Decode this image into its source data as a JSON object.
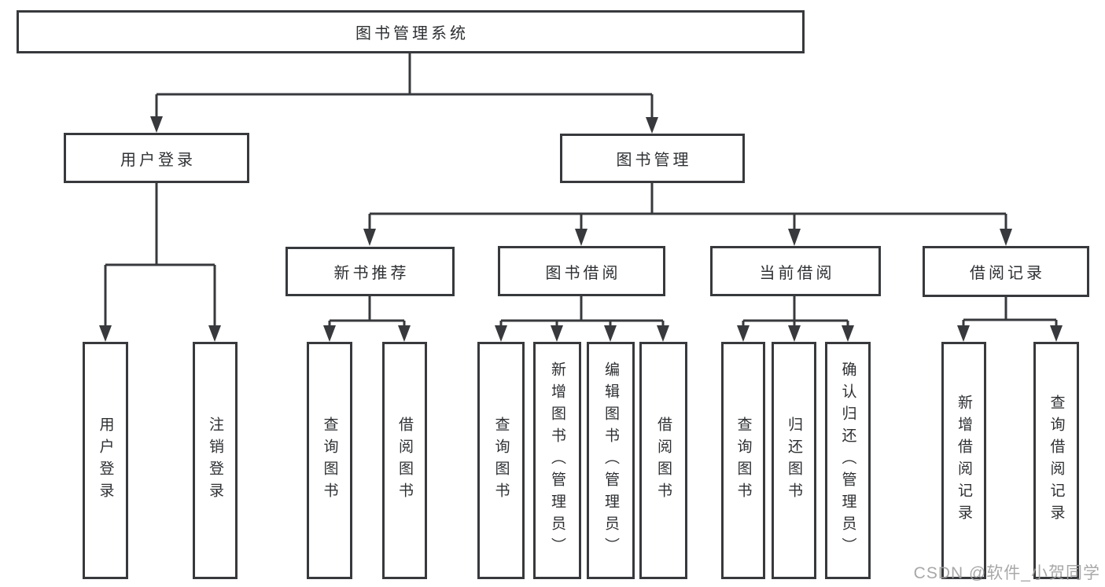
{
  "colors": {
    "background": "#ffffff",
    "line": "#37393c",
    "box_border": "#37393c",
    "text": "#2e3033",
    "watermark": "#9e9e9e"
  },
  "watermark": "CSDN @软件_小贺同学",
  "tree": {
    "label": "图书管理系统",
    "children": [
      {
        "label": "用户登录",
        "children": [
          {
            "label": "用户登录"
          },
          {
            "label": "注销登录"
          }
        ]
      },
      {
        "label": "图书管理",
        "children": [
          {
            "label": "新书推荐",
            "children": [
              {
                "label": "查询图书"
              },
              {
                "label": "借阅图书"
              }
            ]
          },
          {
            "label": "图书借阅",
            "children": [
              {
                "label": "查询图书"
              },
              {
                "label": "新增图书（管理员）"
              },
              {
                "label": "编辑图书（管理员）"
              },
              {
                "label": "借阅图书"
              }
            ]
          },
          {
            "label": "当前借阅",
            "children": [
              {
                "label": "查询图书"
              },
              {
                "label": "归还图书"
              },
              {
                "label": "确认归还（管理员）"
              }
            ]
          },
          {
            "label": "借阅记录",
            "children": [
              {
                "label": "新增借阅记录"
              },
              {
                "label": "查询借阅记录"
              }
            ]
          }
        ]
      }
    ]
  }
}
